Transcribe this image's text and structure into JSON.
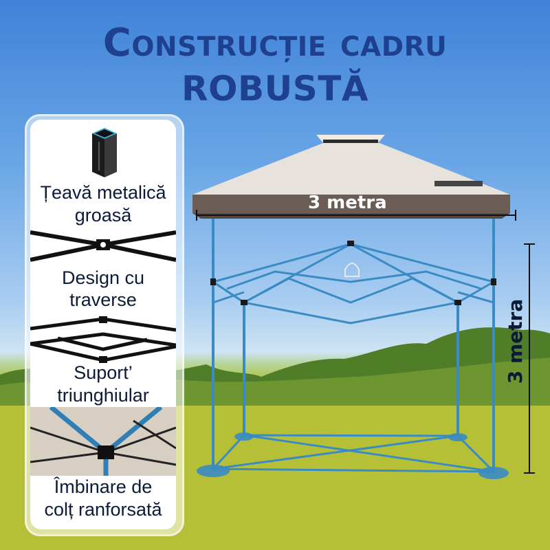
{
  "title": {
    "line1": "Construcție cadru",
    "line2": "ROBUSTĂ"
  },
  "features": [
    {
      "label_line1": "Țeavă metalică",
      "label_line2": "groasă",
      "icon": "square-tube-icon"
    },
    {
      "label_line1": "Design cu",
      "label_line2": "traverse",
      "icon": "crossbar-joint-icon"
    },
    {
      "label_line1": "Suport’",
      "label_line2": "triunghiular",
      "icon": "triangular-support-icon"
    },
    {
      "label_line1": "Îmbinare de",
      "label_line2": "colț ranforsată",
      "icon": "corner-joint-icon"
    }
  ],
  "dimensions": {
    "width_label": "3 metra",
    "height_label": "3 metra"
  },
  "colors": {
    "title": "#1f3f8f",
    "frame": "#3a8bc4",
    "canopy_top": "#e8e3dc",
    "canopy_band": "#6b5d55"
  }
}
